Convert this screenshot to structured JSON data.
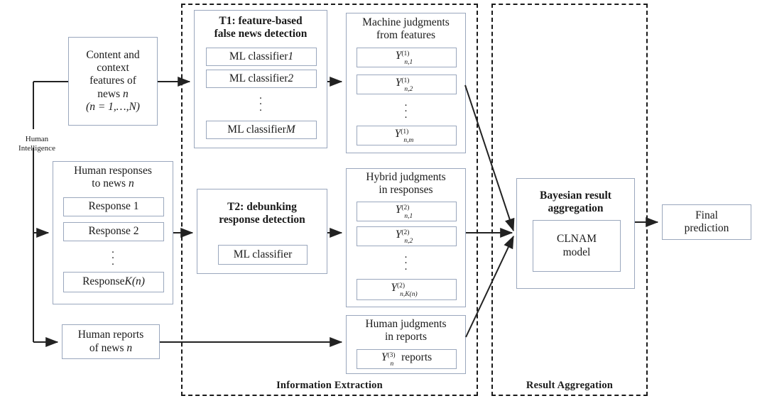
{
  "diagram": {
    "title_groups": [
      {
        "label": "Information Extraction"
      },
      {
        "label": "Result Aggregation"
      }
    ],
    "side_label": {
      "line1": "Human",
      "line2": "Intelligence"
    },
    "input_features": {
      "line1": "Content and",
      "line2": "context",
      "line3": "features of",
      "line4_prefix": "news ",
      "line4_var": "n",
      "line5": "(n = 1,…,N)"
    },
    "task1": {
      "title_line1": "T1: feature-based",
      "title_line2": "false news detection",
      "items": [
        {
          "label": "ML classifier ",
          "var": "1"
        },
        {
          "label": "ML classifier ",
          "var": "2"
        },
        {
          "label": "ML classifier ",
          "var": "M"
        }
      ],
      "ellipsis": "⋮"
    },
    "machine_judgments": {
      "title_line1": "Machine judgments",
      "title_line2": "from features",
      "items": [
        {
          "base": "Y",
          "sup": "(1)",
          "sub": "n,1"
        },
        {
          "base": "Y",
          "sup": "(1)",
          "sub": "n,2"
        },
        {
          "base": "Y",
          "sup": "(1)",
          "sub": "n,m"
        }
      ]
    },
    "human_responses": {
      "title_line1": "Human responses",
      "title_line2_prefix": "to news ",
      "title_line2_var": "n",
      "items": [
        {
          "label": "Response 1",
          "var": ""
        },
        {
          "label": "Response 2",
          "var": ""
        },
        {
          "label": "Response ",
          "var": "K(n)"
        }
      ]
    },
    "task2": {
      "title_line1": "T2: debunking",
      "title_line2": "response detection",
      "items": [
        {
          "label": "ML classifier",
          "var": ""
        }
      ]
    },
    "hybrid_judgments": {
      "title_line1": "Hybrid judgments",
      "title_line2": "in responses",
      "items": [
        {
          "base": "Y",
          "sup": "(2)",
          "sub": "n,1"
        },
        {
          "base": "Y",
          "sup": "(2)",
          "sub": "n,2"
        },
        {
          "base": "Y",
          "sup": "(2)",
          "sub": "n,K(n)"
        }
      ]
    },
    "human_reports": {
      "line1": "Human reports",
      "line2_prefix": "of news ",
      "line2_var": "n"
    },
    "human_judgments_reports": {
      "title_line1": "Human judgments",
      "title_line2": "in reports",
      "item": {
        "base": "Y",
        "sup": "(3)",
        "sub": "n",
        "suffix": " reports"
      }
    },
    "aggregation": {
      "title_line1": "Bayesian result",
      "title_line2": "aggregation",
      "inner_line1": "CLNAM",
      "inner_line2": "model"
    },
    "final_prediction": {
      "line1": "Final",
      "line2": "prediction"
    },
    "colors": {
      "box_border": "#9aa7bd",
      "dashed_border": "#1a1a1a",
      "text": "#1a1a1a",
      "background": "#ffffff",
      "wire": "#222222"
    }
  }
}
